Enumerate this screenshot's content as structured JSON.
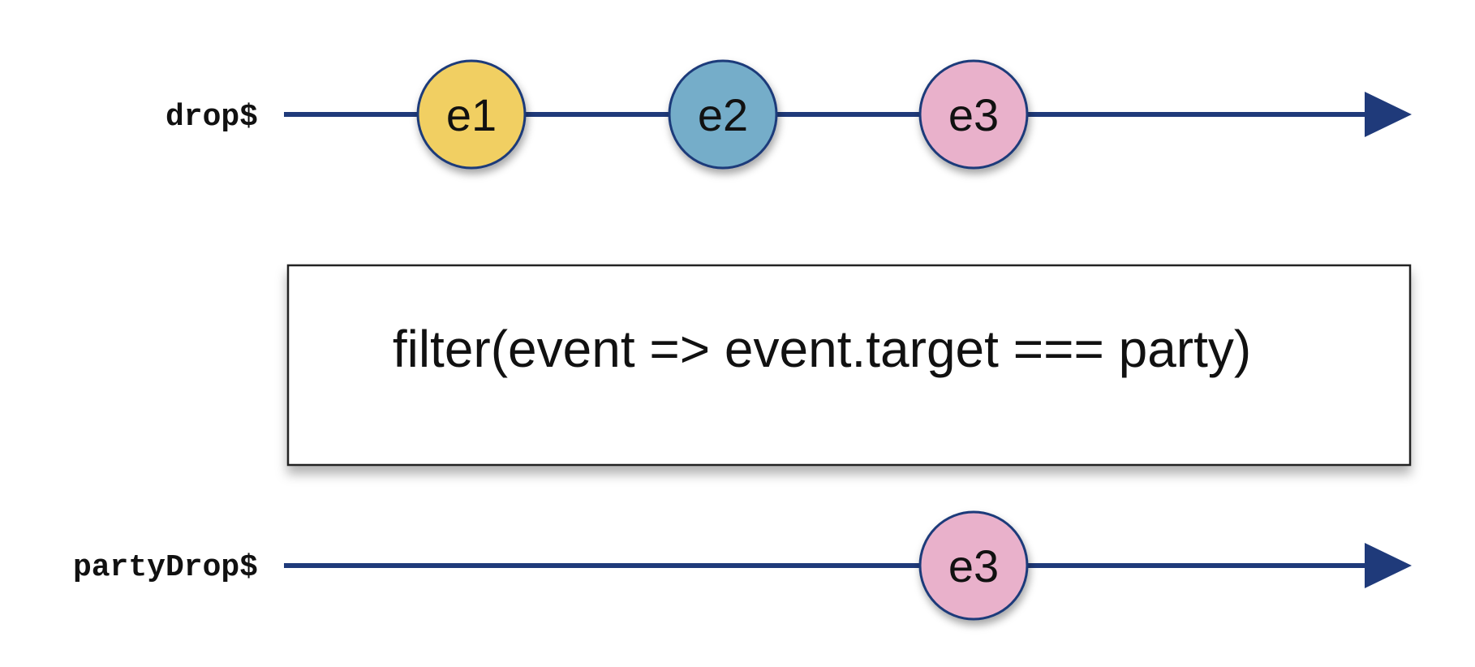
{
  "streams": {
    "input": {
      "label": "drop$",
      "events": [
        {
          "label": "e1",
          "color": "#f1cf62"
        },
        {
          "label": "e2",
          "color": "#74adc9"
        },
        {
          "label": "e3",
          "color": "#e9b1cb"
        }
      ]
    },
    "output": {
      "label": "partyDrop$",
      "events": [
        {
          "label": "e3",
          "color": "#e9b1cb"
        }
      ]
    }
  },
  "operator": {
    "text": "filter(event => event.target === party)"
  },
  "colors": {
    "line": "#1f3a7a",
    "marble_stroke": "#1f3a7a",
    "box_border": "#222222"
  }
}
